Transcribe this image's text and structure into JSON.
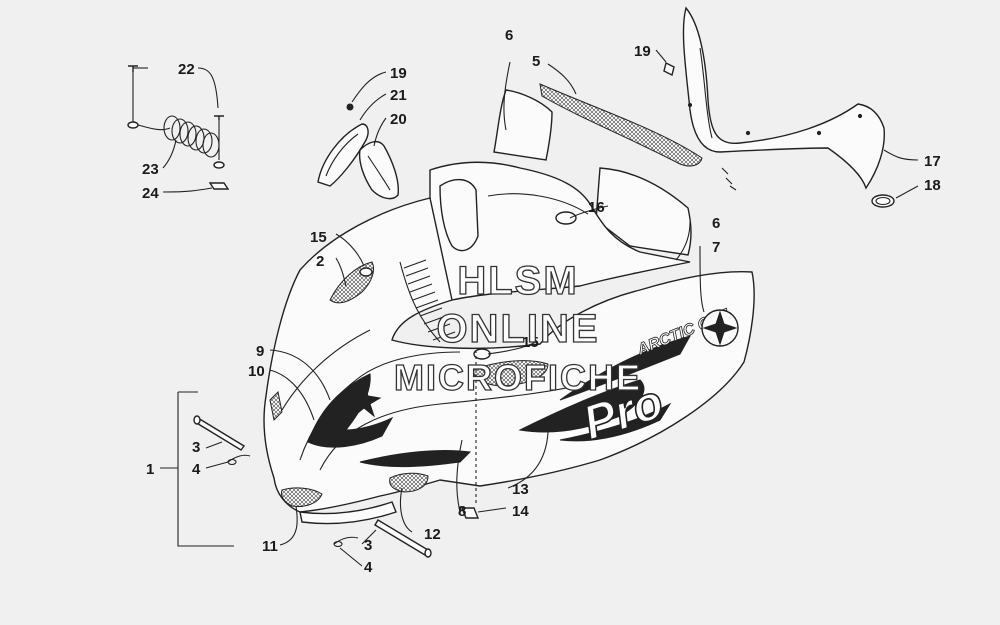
{
  "watermark": {
    "line1": "HLSM",
    "line2": "ONLINE",
    "line3": "MICROFICHE"
  },
  "callouts": {
    "c1": "1",
    "c2": "2",
    "c3a": "3",
    "c3b": "3",
    "c4a": "4",
    "c4b": "4",
    "c5": "5",
    "c6a": "6",
    "c6b": "6",
    "c7": "7",
    "c8": "8",
    "c9": "9",
    "c10": "10",
    "c11": "11",
    "c12": "12",
    "c13": "13",
    "c14": "14",
    "c15a": "15",
    "c15b": "15",
    "c16": "16",
    "c17": "17",
    "c18": "18",
    "c19a": "19",
    "c19b": "19",
    "c20": "20",
    "c21": "21",
    "c22": "22",
    "c23": "23",
    "c24": "24"
  },
  "decals": {
    "brand": "ARCTIC CAT",
    "model": "Pro"
  },
  "colors": {
    "background": "#f0f0f0",
    "ink": "#222222"
  }
}
